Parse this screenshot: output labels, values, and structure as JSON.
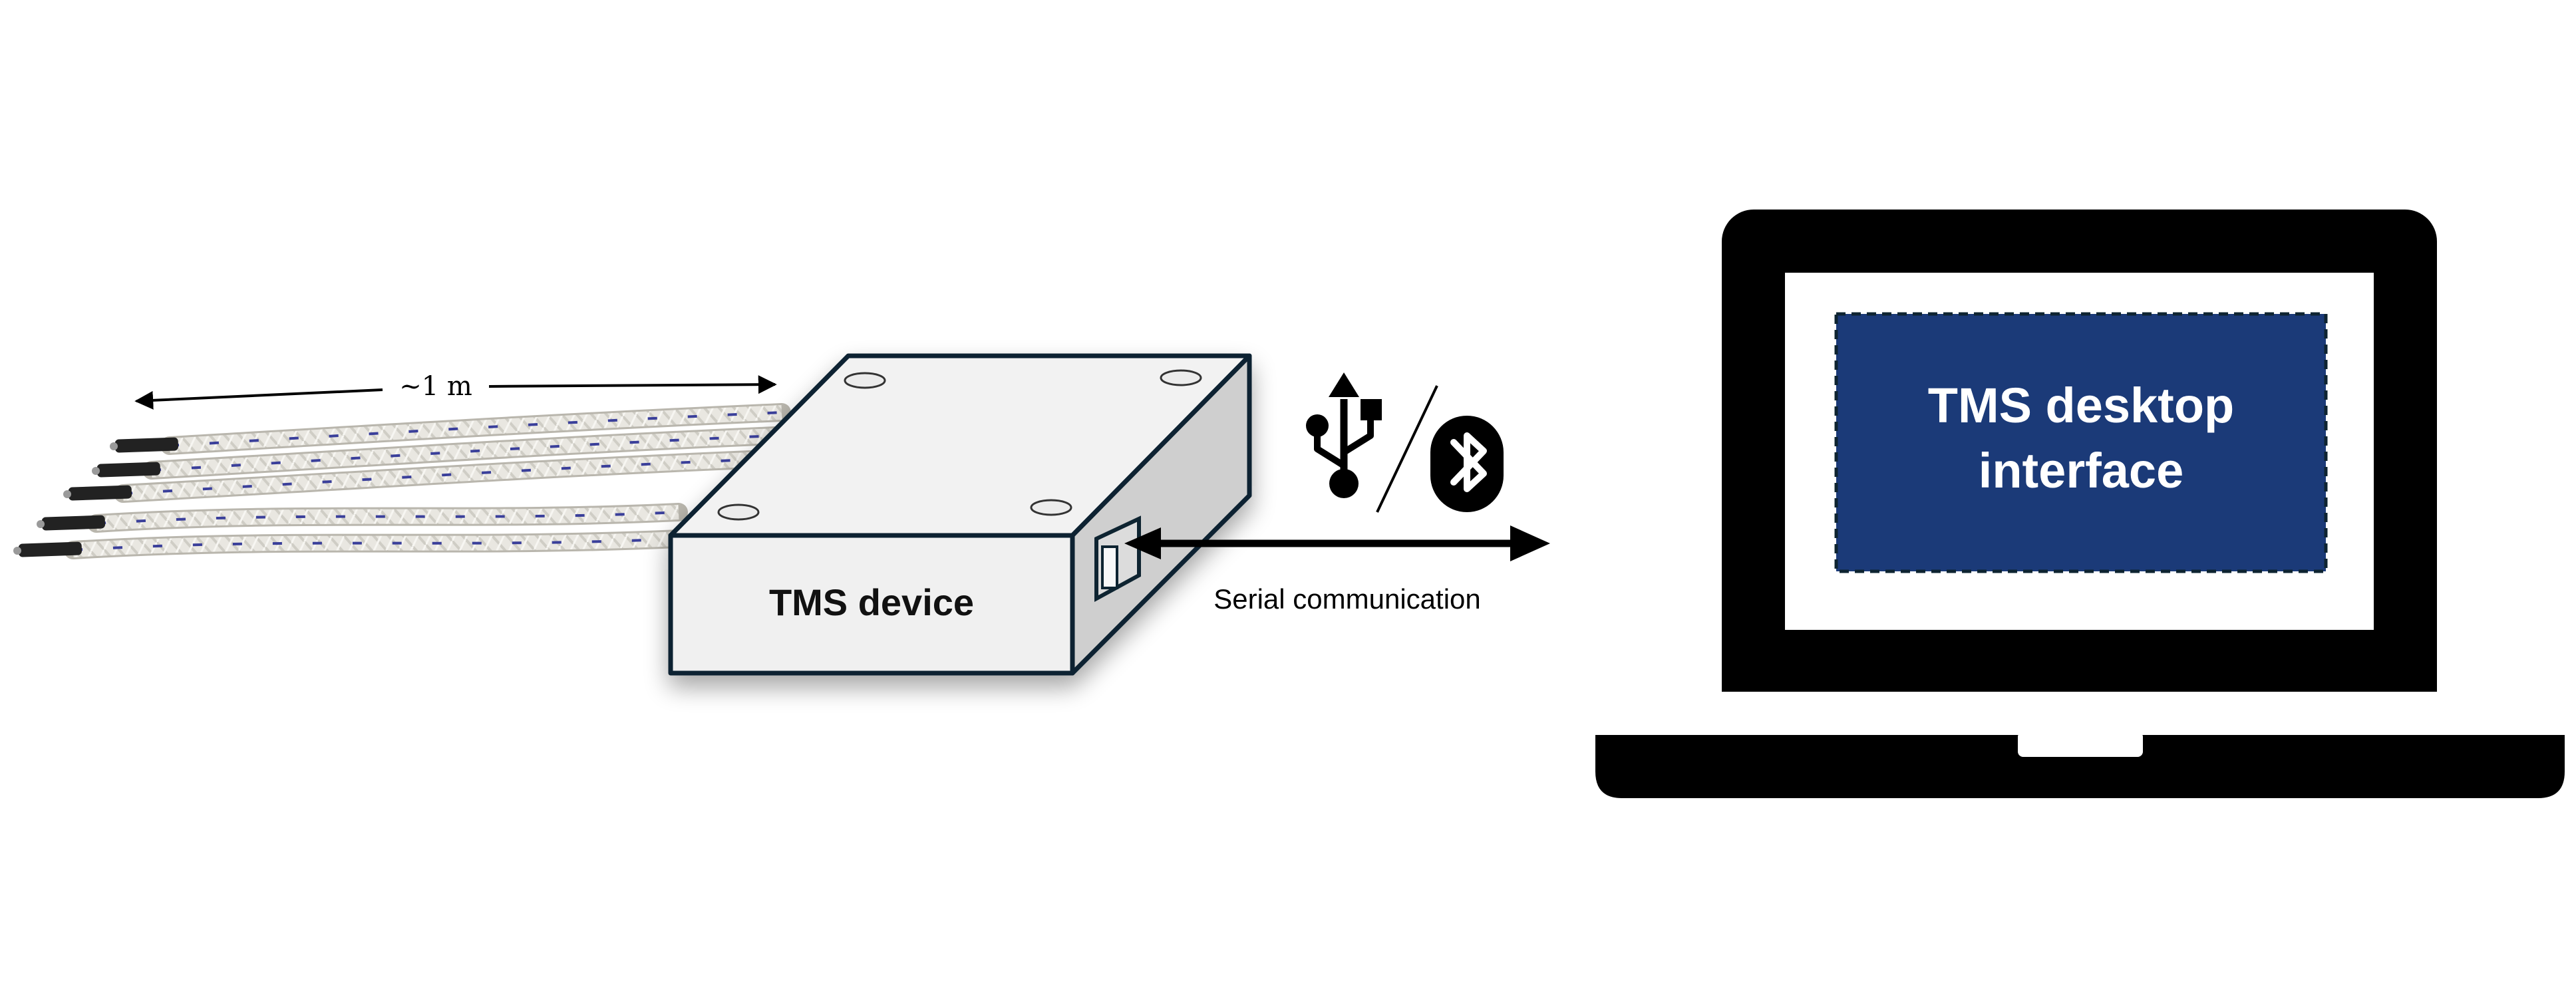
{
  "labels": {
    "length": "~1 m",
    "device": "TMS device",
    "serial": "Serial communication",
    "desktop_line1": "TMS desktop",
    "desktop_line2": "interface"
  },
  "colors": {
    "outline": "#0e2431",
    "box_top": "#f2f2f2",
    "box_front": "#f0f0f0",
    "box_side": "#cfcfcf",
    "laptop": "#000000",
    "screen_panel": "#1b3a78",
    "screen_text": "#ffffff",
    "cable_base": "#e8e6e0",
    "cable_stripe": "#3a3f9a",
    "probe_tip": "#222222"
  },
  "icons": [
    "usb-icon",
    "bluetooth-icon"
  ],
  "probe_count": 5
}
